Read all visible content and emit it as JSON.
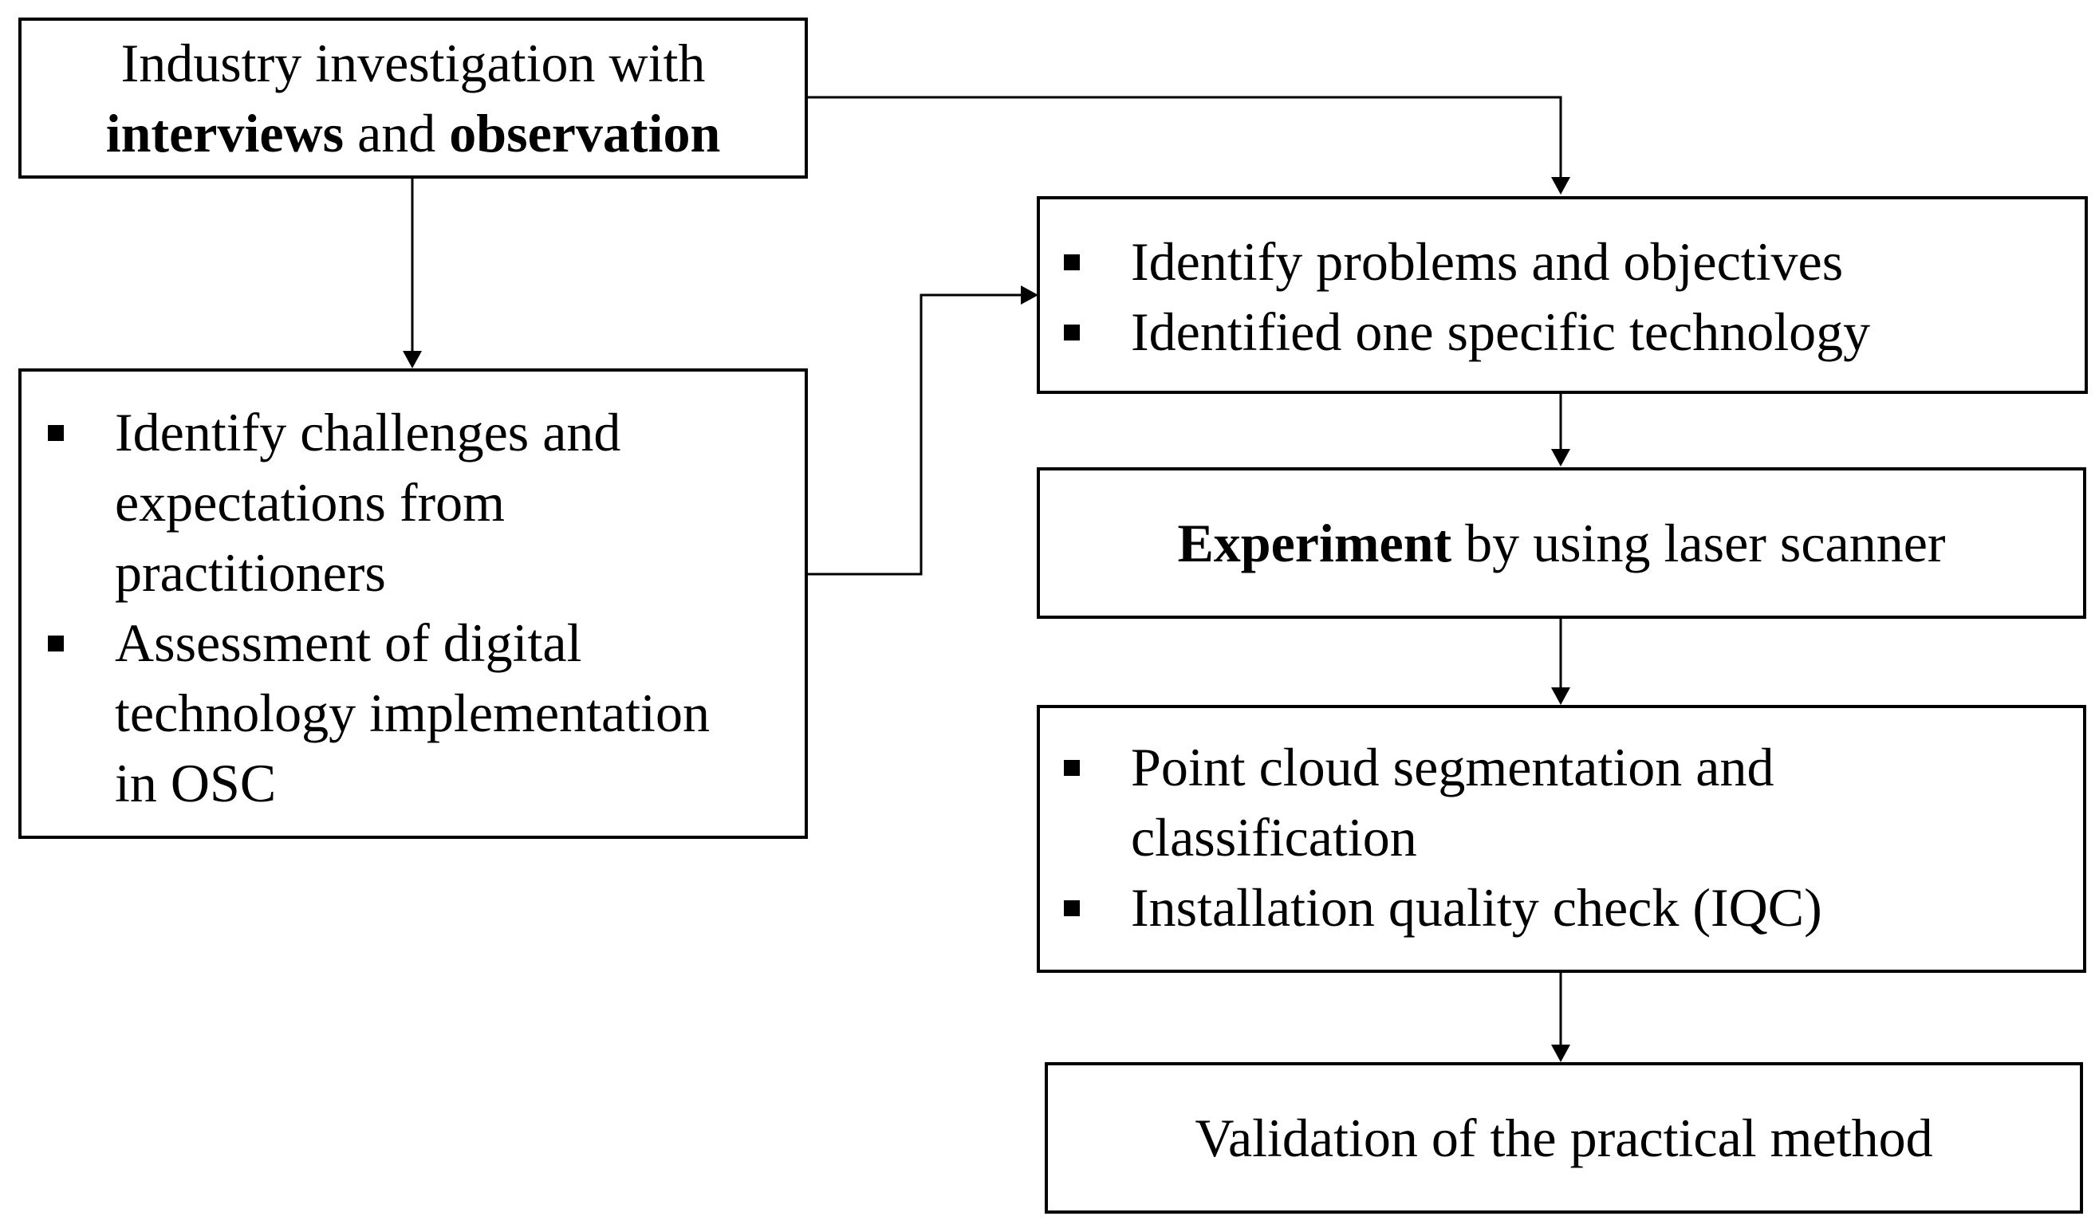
{
  "nodes": {
    "industry": {
      "line1": "Industry investigation with",
      "bold1": "interviews",
      "mid": " and ",
      "bold2": "observation"
    },
    "challenges": {
      "bullets": [
        [
          "Identify challenges and",
          "expectations from",
          "practitioners"
        ],
        [
          "Assessment of digital",
          "technology implementation",
          "in OSC"
        ]
      ]
    },
    "problems": {
      "bullets": [
        "Identify problems and objectives",
        "Identified one specific technology"
      ]
    },
    "experiment": {
      "bold": "Experiment",
      "rest": " by using laser scanner"
    },
    "pointcloud": {
      "bullets": [
        [
          "Point cloud segmentation and",
          "classification"
        ],
        [
          "Installation quality check (IQC)"
        ]
      ]
    },
    "validation": {
      "label": "Validation of the practical method"
    }
  },
  "edges": [
    {
      "from": "industry",
      "to": "challenges"
    },
    {
      "from": "industry",
      "to": "problems"
    },
    {
      "from": "challenges",
      "to": "problems"
    },
    {
      "from": "problems",
      "to": "experiment"
    },
    {
      "from": "experiment",
      "to": "pointcloud"
    },
    {
      "from": "pointcloud",
      "to": "validation"
    }
  ]
}
